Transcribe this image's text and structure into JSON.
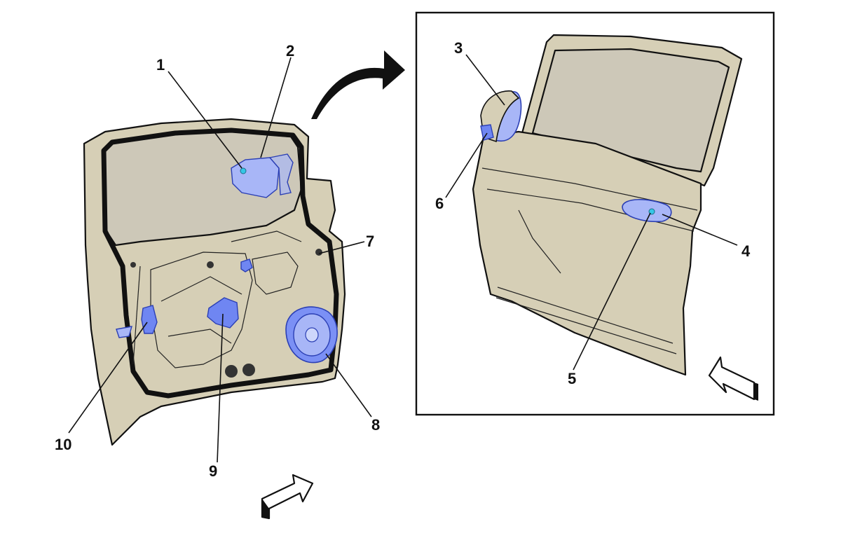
{
  "colors": {
    "door_body": "#d6cfb6",
    "glass": "#cdc8b8",
    "highlight": "#6f86f2",
    "outline": "#111111"
  },
  "callouts": [
    {
      "id": "1"
    },
    {
      "id": "2"
    },
    {
      "id": "3"
    },
    {
      "id": "4"
    },
    {
      "id": "5"
    },
    {
      "id": "6"
    },
    {
      "id": "7"
    },
    {
      "id": "8"
    },
    {
      "id": "9"
    },
    {
      "id": "10"
    }
  ],
  "icons": [
    "curved-arrow-icon",
    "view-direction-arrow-icon",
    "view-direction-arrow-icon"
  ]
}
